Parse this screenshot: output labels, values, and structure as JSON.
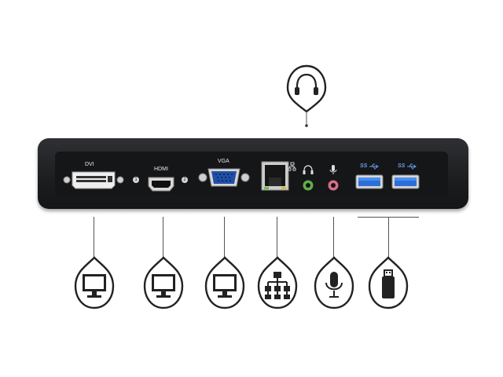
{
  "ports": {
    "dvi_label": "DVI",
    "hdmi_label": "HDMI",
    "vga_label": "VGA",
    "marker_1": "1",
    "marker_2": "2",
    "usb3_label_1": "SS",
    "usb3_label_2": "SS"
  },
  "icons": {
    "top": "headphones-icon",
    "bottom": [
      "monitor-icon",
      "monitor-icon",
      "monitor-icon",
      "network-icon",
      "microphone-icon",
      "usb-drive-icon"
    ]
  },
  "colors": {
    "dock_body": "#1c1d1f",
    "vga_blue": "#1f4fa8",
    "usb3_blue": "#2d6fd8",
    "audio_green": "#5fae4b",
    "audio_pink": "#d86d86",
    "icon_stroke": "#222222"
  }
}
